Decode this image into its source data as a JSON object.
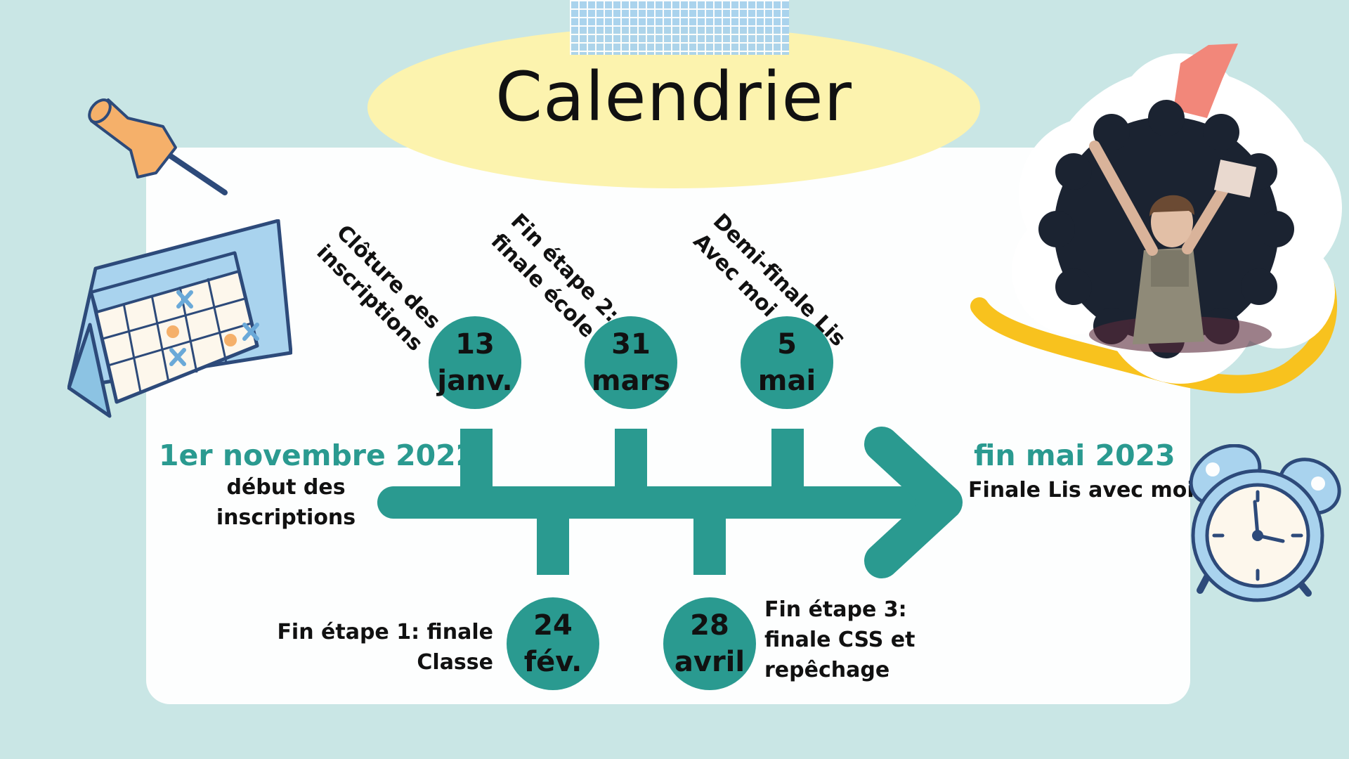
{
  "title": "Calendrier",
  "start": {
    "date": "1er novembre 2022",
    "desc_line1": "début des",
    "desc_line2": "inscriptions"
  },
  "end": {
    "date": "fin mai 2023",
    "desc": "Finale Lis avec moi"
  },
  "events_top": [
    {
      "day": "13",
      "month": "janv.",
      "label_line1": "Clôture des",
      "label_line2": "inscriptions"
    },
    {
      "day": "31",
      "month": "mars",
      "label_line1": "Fin étape 2:",
      "label_line2": "finale école"
    },
    {
      "day": "5",
      "month": "mai",
      "label_line1": "Demi-finale Lis",
      "label_line2": "Avec moi"
    }
  ],
  "events_bottom": [
    {
      "day": "24",
      "month": "fév.",
      "label_line1": "Fin étape 1: finale",
      "label_line2": "Classe"
    },
    {
      "day": "28",
      "month": "avril",
      "label_line1": "Fin étape 3:",
      "label_line2": "finale CSS et",
      "label_line3": "repêchage"
    }
  ],
  "colors": {
    "background": "#c9e6e5",
    "teal": "#2a9a90",
    "title_blob": "#fcf3ae",
    "card": "#fdfefe"
  },
  "icons": [
    "push-pin-icon",
    "desk-calendar-icon",
    "alarm-clock-icon",
    "ribbon-tag-icon"
  ]
}
